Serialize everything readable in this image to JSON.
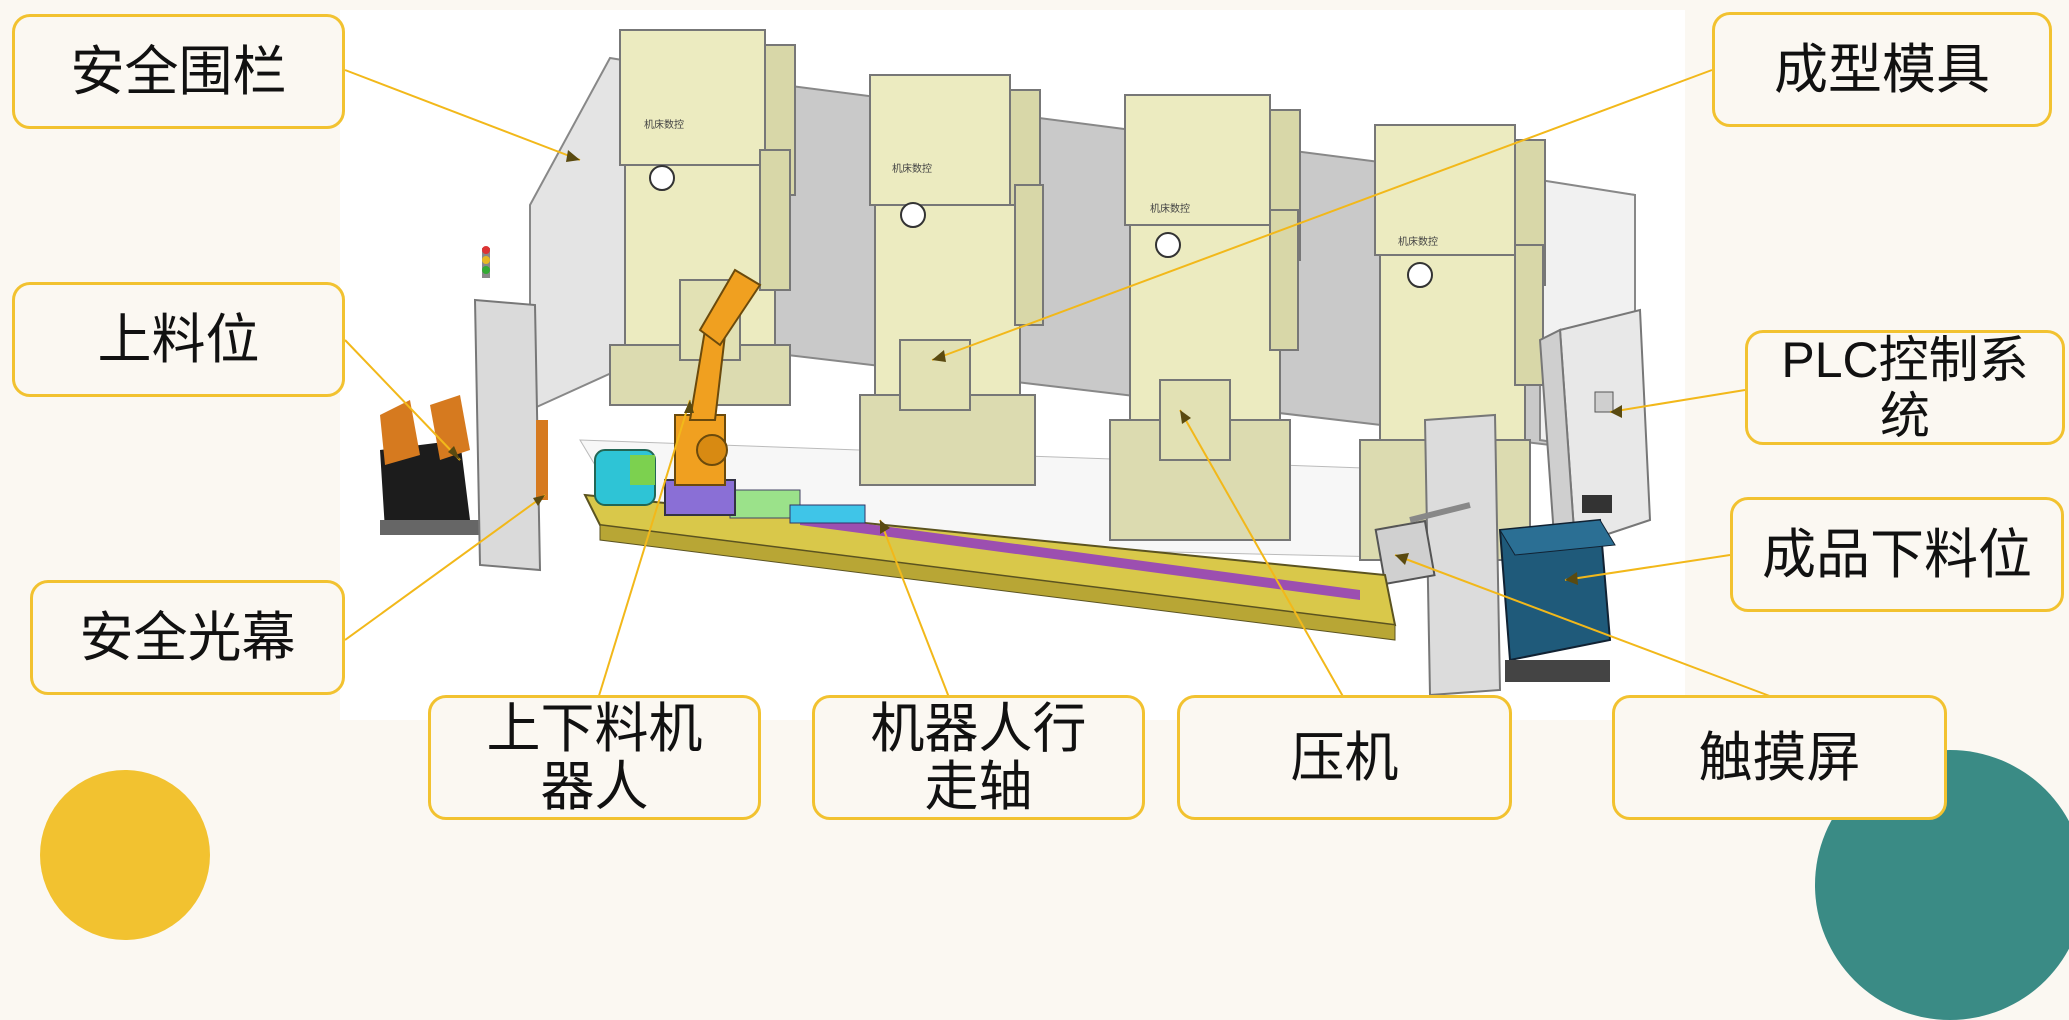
{
  "labels": {
    "fence": "安全围栏",
    "mold": "成型模具",
    "loading": "上料位",
    "plc": "PLC控制系统",
    "light_curtain": "安全光幕",
    "unloading": "成品下料位",
    "robot": "上下料机器人",
    "track": "机器人行走轴",
    "press": "压机",
    "touchscreen": "触摸屏"
  },
  "press_plates": [
    "机床数控",
    "机床数控",
    "机床数控",
    "机床数控"
  ],
  "colors": {
    "callout_border": "#f2c230",
    "leader_line": "#f2b81a",
    "press_body": "#ecebc0",
    "robot": "#f0a020",
    "unloading_bin": "#1f5a7a",
    "corner_yellow": "#f2c230",
    "corner_teal": "#3a8b85"
  }
}
